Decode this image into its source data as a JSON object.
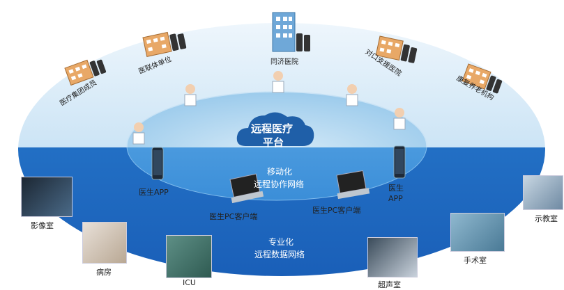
{
  "center": {
    "line1": "远程医疗",
    "line2": "平台"
  },
  "middle_ring": {
    "line1": "移动化",
    "line2": "远程协作网络"
  },
  "outer_ring": {
    "line1": "专业化",
    "line2": "远程数据网络"
  },
  "hospitals": [
    {
      "label": "医疗集团成员"
    },
    {
      "label": "医联体单位"
    },
    {
      "label": "同济医院"
    },
    {
      "label": "对口支援医院"
    },
    {
      "label": "康复养老机构"
    }
  ],
  "devices": [
    {
      "label": "医生APP"
    },
    {
      "label": "医生PC客户端"
    },
    {
      "label": "医生PC客户端"
    },
    {
      "label": "医生\nAPP"
    }
  ],
  "rooms": [
    {
      "label": "影像室"
    },
    {
      "label": "病房"
    },
    {
      "label": "ICU"
    },
    {
      "label": "超声室"
    },
    {
      "label": "手术室"
    },
    {
      "label": "示教室"
    }
  ]
}
